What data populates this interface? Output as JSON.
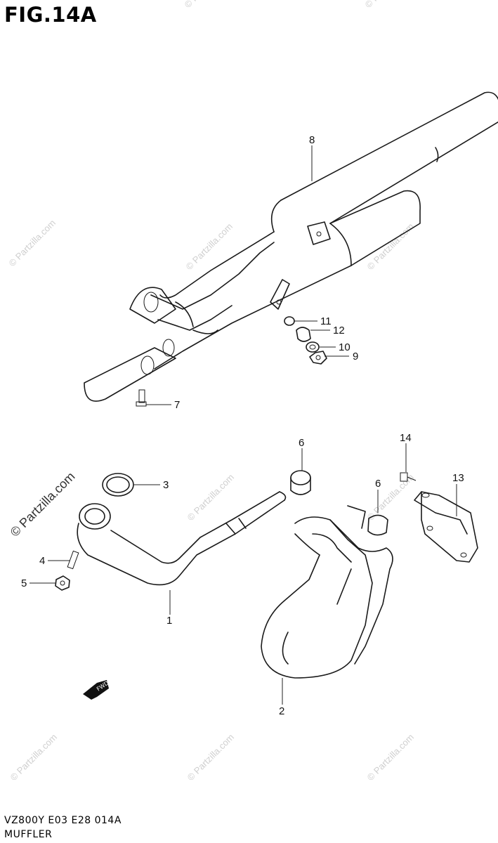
{
  "figure": {
    "title": "FIG.14A",
    "code": "VZ800Y  E03 E28  014A",
    "name": "MUFFLER"
  },
  "watermark": {
    "text": "© Partzilla.com"
  },
  "fwd_label": "FWD",
  "callouts": [
    "8",
    "11",
    "12",
    "10",
    "9",
    "7",
    "6",
    "3",
    "14",
    "13",
    "6",
    "4",
    "5",
    "1",
    "2"
  ]
}
